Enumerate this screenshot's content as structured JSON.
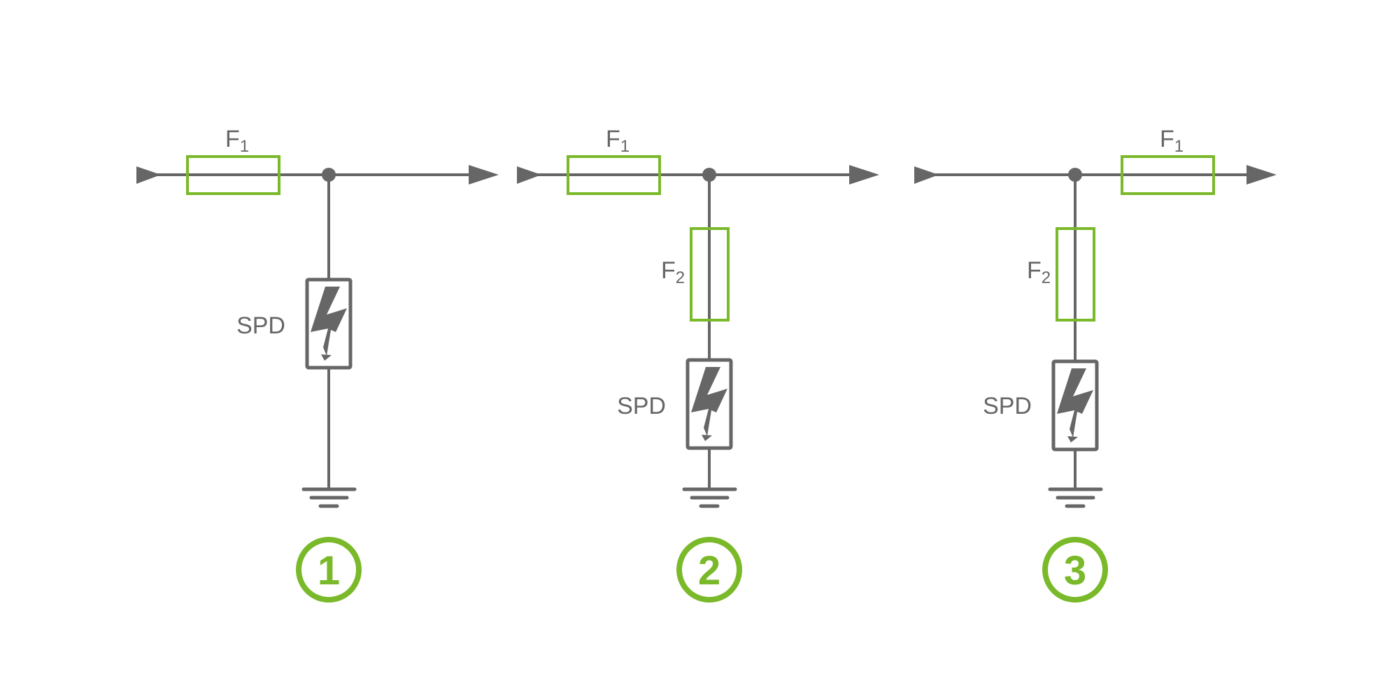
{
  "colors": {
    "wire": "#666666",
    "fuse": "#7ab929",
    "badge": "#7ab929",
    "background": "#ffffff"
  },
  "icons": {
    "spd": "lightning-bolt-arrow-icon",
    "ground": "ground-icon",
    "junction": "junction-dot-icon",
    "arrow": "arrow-right-icon"
  },
  "diagrams": [
    {
      "badge": "1",
      "fuses": [
        {
          "letter": "F",
          "sub": "1",
          "orientation": "horizontal",
          "placement": "before-junction"
        }
      ],
      "spd_label": "SPD"
    },
    {
      "badge": "2",
      "fuses": [
        {
          "letter": "F",
          "sub": "1",
          "orientation": "horizontal",
          "placement": "before-junction"
        },
        {
          "letter": "F",
          "sub": "2",
          "orientation": "vertical",
          "placement": "branch"
        }
      ],
      "spd_label": "SPD"
    },
    {
      "badge": "3",
      "fuses": [
        {
          "letter": "F",
          "sub": "1",
          "orientation": "horizontal",
          "placement": "after-junction"
        },
        {
          "letter": "F",
          "sub": "2",
          "orientation": "vertical",
          "placement": "branch"
        }
      ],
      "spd_label": "SPD"
    }
  ]
}
